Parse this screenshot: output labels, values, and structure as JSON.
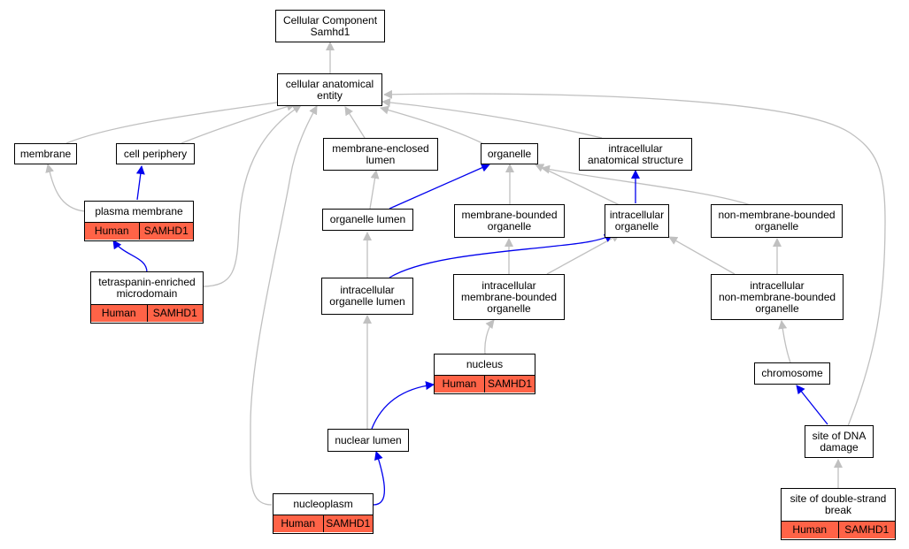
{
  "colors": {
    "grey_edge": "#c0c0c0",
    "blue_edge": "#0000ee",
    "annotation_fill": "#ff6347"
  },
  "annotation": {
    "species": "Human",
    "gene": "SAMHD1"
  },
  "nodes": {
    "root": {
      "label": "Cellular Component\nSamhd1"
    },
    "cae": {
      "label": "cellular anatomical\nentity"
    },
    "membrane": {
      "label": "membrane"
    },
    "cell_periphery": {
      "label": "cell periphery"
    },
    "mel": {
      "label": "membrane-enclosed\nlumen"
    },
    "organelle": {
      "label": "organelle"
    },
    "ias": {
      "label": "intracellular\nanatomical structure"
    },
    "plasma_membrane": {
      "label": "plasma membrane"
    },
    "organelle_lumen": {
      "label": "organelle lumen"
    },
    "mbo": {
      "label": "membrane-bounded\norganelle"
    },
    "io": {
      "label": "intracellular\norganelle"
    },
    "nmbo": {
      "label": "non-membrane-bounded\norganelle"
    },
    "tem": {
      "label": "tetraspanin-enriched\nmicrodomain"
    },
    "iol": {
      "label": "intracellular\norganelle lumen"
    },
    "imbo": {
      "label": "intracellular\nmembrane-bounded\norganelle"
    },
    "inmbo": {
      "label": "intracellular\nnon-membrane-bounded\norganelle"
    },
    "nucleus": {
      "label": "nucleus"
    },
    "chromosome": {
      "label": "chromosome"
    },
    "nuclear_lumen": {
      "label": "nuclear lumen"
    },
    "dna_damage": {
      "label": "site of DNA\ndamage"
    },
    "nucleoplasm": {
      "label": "nucleoplasm"
    },
    "dsb": {
      "label": "site of double-strand\nbreak"
    }
  }
}
